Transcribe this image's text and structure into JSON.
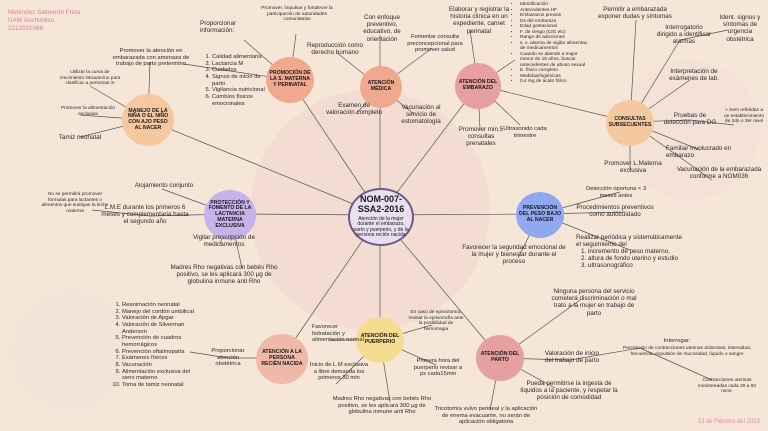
{
  "author": {
    "name": "Meléndez Salmerón Frida",
    "school": "UAM Xochimilco",
    "id": "2212031066"
  },
  "date": "13 de Febrero del 2023",
  "center": {
    "title": "NOM-007-SSA2-2016",
    "subtitle": "Atención de la mujer durante el embarazo, parto y puerperio, y de la persona recién nacida"
  },
  "nodes": {
    "promocion": "PROMOCIÓN DE LA S. MATERNA Y PERINATAL",
    "medica": "ATENCIÓN MÉDICA",
    "embarazo": "ATENCIÓN DEL EMBARAZO",
    "consultas": "CONSULTAS SUBSECUENTES",
    "manejo": "MANEJO DE LA NIÑA O EL NIÑO CON AJO PESO AL NACER",
    "lactancia": "PROTECCIÓN Y FOMENTO DE LA LACTANCIA MATERNA EXCLUSIVA",
    "prevencion": "PREVENCIÓN DEL PESO BAJO AL NACER",
    "recien": "ATENCIÓN A LA PERSONA RECIÉN NACIDA",
    "puerperio": "ATENCIÓN DEL PUERPERIO",
    "parto": "ATENCIÓN DEL PARTO"
  },
  "labels": {
    "promover_impulsar": "Promover, impulsar y fortalecer la participación de autoridades comunitarias",
    "proporcionar_info": "Proporcionar información:",
    "info_list": [
      "Calidad alimentaria",
      "Lactancia M",
      "Cuidados",
      "Signos de inicio de parto",
      "Vigilancia nutricional",
      "Cambios físicos emocionales"
    ],
    "promover_atencion": "Promover la atención en embarazada con amenaza de trabajo de parto pretermino",
    "enfoque": "Con enfoque preventivo, educativo, de orientación",
    "reproduccion": "Reproducción como derecho humano",
    "fomentar": "Fomentar consulta preconcepcional para promover salud",
    "examen": "Examen de valoración completo",
    "vacunacion_servicio": "Vacunación al servicio de estomatología",
    "elaborar": "Elaborar y registrar la historia clínica en un expediente, carnet perinatal",
    "historia_list": [
      "Identificación",
      "Antecedentes HF",
      "Embarazos previos",
      "Ds del embarazo",
      "Edad gestacional",
      "F. de riesgo (CIG etc)",
      "Rango de adicciones",
      "s. s. alarma de vigilar alimentac. de medicamentos",
      "Cuando se atiende a mujer menor de 15 años, buscar antecedentes de abuso sexual",
      "E. físico completo",
      "Medidas/higiénicas",
      "0.4 mg de ácido fólico"
    ],
    "promover_min5": "Promover min.5 consultas prenatales",
    "ultrasonido": "Ultrasonido cada trimestre",
    "permitir": "Permitir a embarazada exponer dudas y síntomas",
    "interrogatorio": "Interrogatorio dirigido a identificar alarmas",
    "ident_signos": "Ident. signos y síntomas de urgencia obstétrica",
    "interpretacion": "Interpretación de exámenes de lab.",
    "pruebas": "Pruebas de detección para DG",
    "sem32": "> Sem referidas a un establecimiento de 2do o 3er nivel",
    "familiar": "Familiar involucrado en embarazo",
    "lmaterna": "Promover L.Materna exclusiva",
    "vacunacion_embarazada": "Vacunación de la embarazada conforme a NOM036",
    "curva": "Utilizar la curva de crecimiento intrauterino para clasificar a personas m",
    "promover_alim": "Promover la alimentación exclusiva",
    "tamiz": "Tamiz neonatal",
    "alojamiento": "Alojamiento conjunto",
    "lme": "L.M.E durante los primeros 6 meses y complementaria hasta el segundo año",
    "no_permitira": "No se permitirá promover fórmulas para lactantes o alimentos que sustiyan la leche materna",
    "vigilar": "Vigilar prescripción de medicamentos",
    "madres_rho1": "Madres Rho negativas con bebés Rho positivo, se les aplicará 300 µg de globulina inmune anti Rho",
    "deteccion": "Detección oportuna < 3 meses antes",
    "procedimientos": "Procedimientos preventivos como autocuidado",
    "favorecer_seg": "Favorecer la seguridad emocional de la mujer y bienestar durante el proceso",
    "realizar": "Realizar periódica y sistemáticamente el seguimiento del",
    "seguimiento_list": [
      "incremento de peso materno,",
      "altura de fondo uterino y estudio",
      "ultrasonográfico"
    ],
    "recien_list": [
      "Reanimación neonatal",
      "Manejo del cordón umbilical",
      "Valoración de Apgar",
      "Valoración de Silverman Anderson",
      "Prevención de cuadros hemorrágicos",
      "Prevención oftalmopatía",
      "Exámenes físicos",
      "Vacunación",
      "Alimentación exclusiva del seno materno",
      "Toma de tamiz neonatal"
    ],
    "proporcionar_obst": "Proporcionar atención obstétrica",
    "favorecer_hid": "Favorecer hidratación y alimentación normal",
    "inicio_lm": "Inicio de L.M exclusiva a libre demanda los primeros 30 min",
    "madres_rho2": "Madres Rho negativas con bebés Rho positivo, se les aplicará 300 µg de globulina inmune anti Rho",
    "caso_episiotomia": "En caso de episiotomía, revisar la episiorrafía ante la posibilidad de hemorragia",
    "primera_hora": "Primera hora del puerperio revisar a px cada15min",
    "ninguna_persona": "Ninguna persona del servicio cometerá discriminación o mal trato a la mujer en trabajo de parto",
    "valoracion_inicio": "Valoración de inicio del trabajo de parto",
    "interrogar": "Interrogar:",
    "interrogar_det": "Percepción de contracciones uterinas dolorosas, intensidad, frecuencia, expulsión de mucosidad, líquido o sangre",
    "contracciones": "Contracciones uterinas monitoreadas cada 30 a 60 mins.",
    "pueda": "Pueda permitirse la ingesta de líquidos a la paciente, y respetar la posición de comodidad",
    "tricotomia": "Tricotomía vulvo perineal y la aplicación de enema evacuante, no serán de aplicación obligatoria"
  }
}
